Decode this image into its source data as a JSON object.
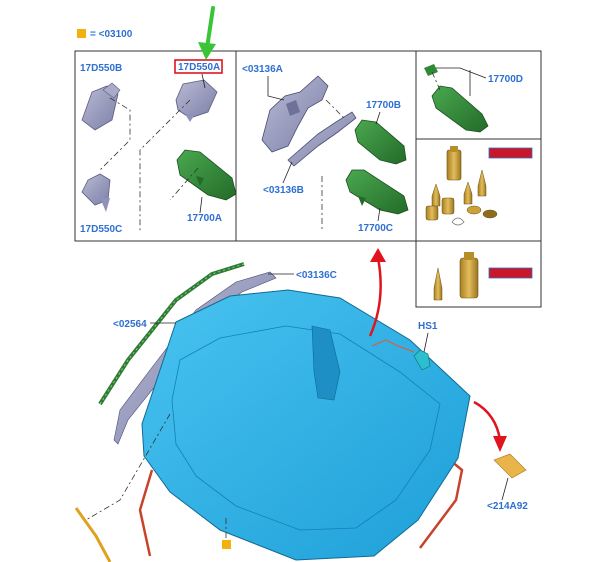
{
  "legend": {
    "swatch_color": "#f2b10f",
    "text": "= <03100"
  },
  "labels": {
    "l_17D550B": "17D550B",
    "l_17D550A": "17D550A",
    "l_17D550C": "17D550C",
    "l_17700A": "17700A",
    "l_03136A": "<03136A",
    "l_03136B": "<03136B",
    "l_17700B": "17700B",
    "l_17700C": "17700C",
    "l_17700D": "17700D",
    "l_03136C": "<03136C",
    "l_02564": "<02564",
    "l_HS1": "HS1",
    "l_214A92": "<214A92"
  },
  "colors": {
    "label_blue": "#2e6fd3",
    "highlight_red": "#e0141e",
    "arrow_green": "#38c638",
    "glass_blue": "#2bb1e6",
    "mirror_green": "#2f8a35",
    "bracket_gray": "#8f92b8",
    "kit_gold": "#c9a23a",
    "frame_red": "#c8432b",
    "seal_orange": "#e0a020"
  },
  "icons": {
    "pointer": "green-down-arrow-icon",
    "swap": "red-curved-arrow-icon"
  }
}
